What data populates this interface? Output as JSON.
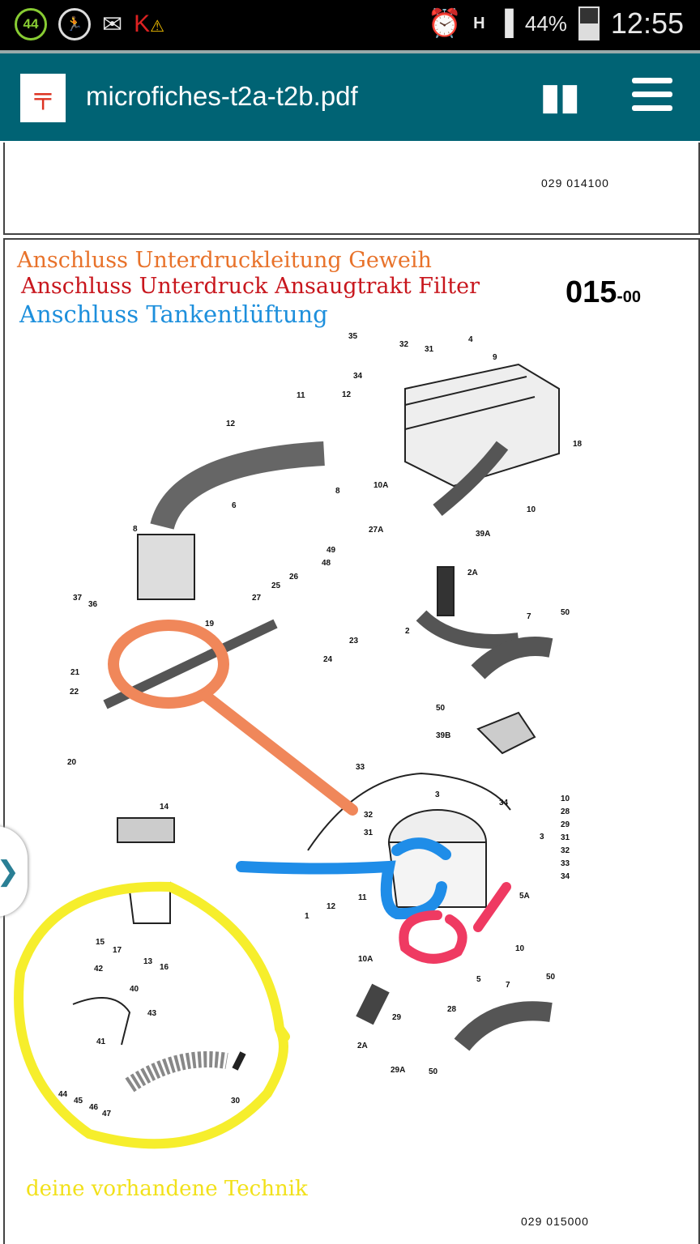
{
  "status_bar": {
    "notification_badge": "44",
    "battery": "44%",
    "time": "12:55",
    "network": "H",
    "icons": [
      "badge-44-icon",
      "runner-icon",
      "mail-icon",
      "kaspersky-warning-icon",
      "alarm-icon",
      "signal-icon",
      "battery-icon"
    ]
  },
  "app_bar": {
    "title": "microfiches-t2a-t2b.pdf",
    "icons": [
      "pdf-icon",
      "binoculars-icon",
      "menu-icon"
    ]
  },
  "page1": {
    "code": "029 014100"
  },
  "page2": {
    "annotations": [
      {
        "text": "Anschluss Unterdruckleitung Geweih",
        "color": "#e8722a"
      },
      {
        "text": "Anschluss Unterdruck Ansaugtrakt Filter",
        "color": "#c8161d"
      },
      {
        "text": "Anschluss Tankentlüftung",
        "color": "#1d8fdc"
      }
    ],
    "page_number": "015",
    "page_suffix": "00",
    "footer_note": "deine vorhandene Technik",
    "footer_note_color": "#f2e11a",
    "code": "029 015000",
    "part_labels": [
      "35",
      "32",
      "31",
      "4",
      "9",
      "34",
      "11",
      "12",
      "12",
      "18",
      "8",
      "10A",
      "6",
      "8",
      "10",
      "27A",
      "39A",
      "49",
      "48",
      "2A",
      "37",
      "36",
      "27",
      "25",
      "26",
      "19",
      "23",
      "24",
      "2",
      "7",
      "50",
      "21",
      "22",
      "50",
      "39B",
      "20",
      "33",
      "32",
      "31",
      "3",
      "34",
      "14",
      "10",
      "28",
      "29",
      "31",
      "32",
      "33",
      "34",
      "3",
      "5A",
      "12",
      "11",
      "1",
      "15",
      "17",
      "13",
      "16",
      "10",
      "10A",
      "5",
      "42",
      "40",
      "50",
      "7",
      "43",
      "28",
      "29",
      "41",
      "2A",
      "29A",
      "50",
      "44",
      "45",
      "46",
      "47",
      "30"
    ]
  }
}
